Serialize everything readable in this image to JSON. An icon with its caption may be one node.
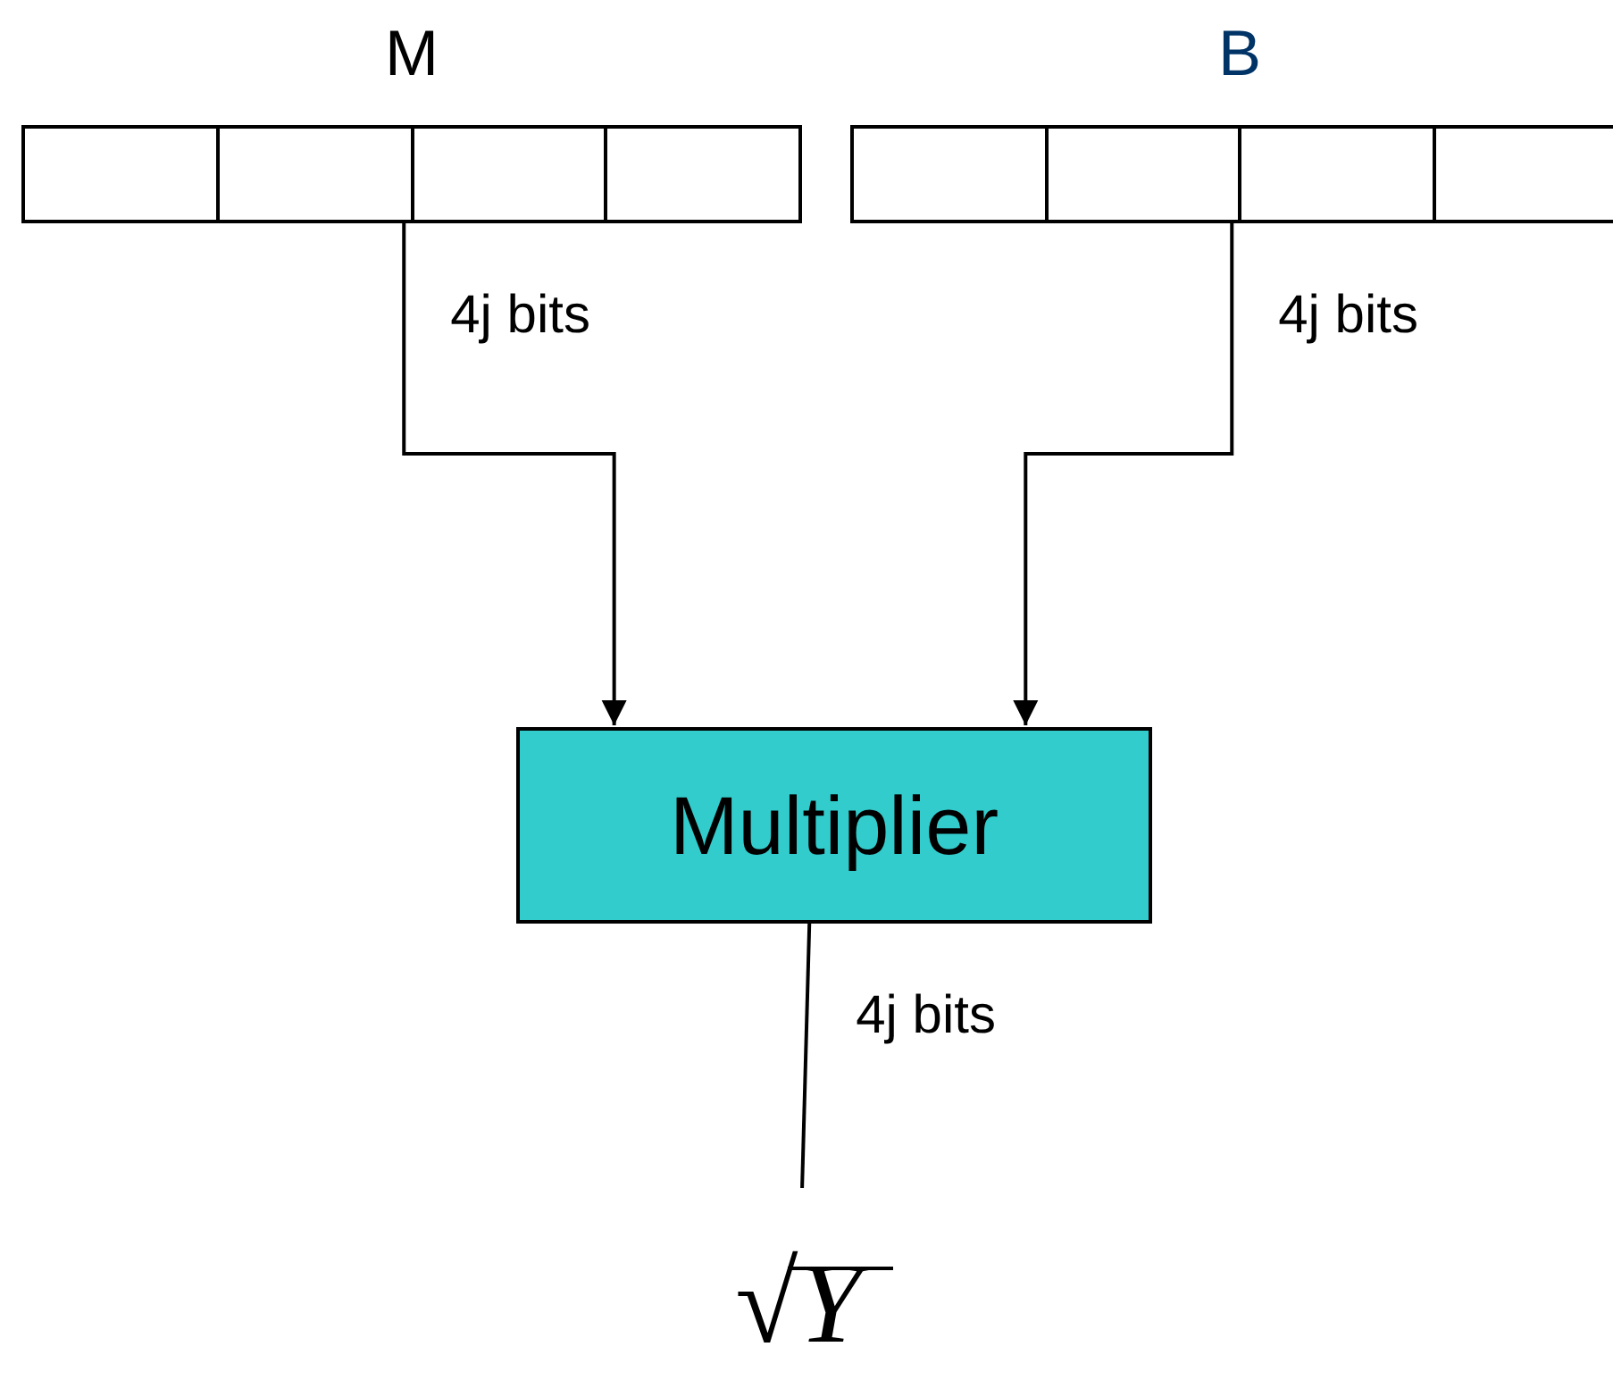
{
  "diagram": {
    "nodes": [
      {
        "text": [
          "M"
        ]
      },
      {
        "text": [],
        "shape": "box",
        "in": 0
      },
      {
        "text": [],
        "shape": "box",
        "in": 0
      },
      {
        "text": [],
        "shape": "box",
        "in": 0
      },
      {
        "text": [],
        "shape": "box",
        "in": 0
      },
      {
        "text": [
          "B"
        ]
      },
      {
        "text": [],
        "shape": "box",
        "in": 5
      },
      {
        "text": [],
        "shape": "box",
        "in": 5
      },
      {
        "text": [],
        "shape": "box",
        "in": 5
      },
      {
        "text": [],
        "shape": "box",
        "in": 5
      },
      {
        "text": [
          "Multiplier"
        ]
      },
      {
        "text": [
          "√Y"
        ]
      }
    ],
    "edges": [
      {
        "from": 0,
        "to": 10,
        "arrow": "to",
        "label": "4j bits"
      },
      {
        "from": 5,
        "to": 10,
        "arrow": "to",
        "label": "4j bits"
      },
      {
        "from": 10,
        "to": 11,
        "arrow": "none",
        "label": "4j bits"
      }
    ]
  }
}
